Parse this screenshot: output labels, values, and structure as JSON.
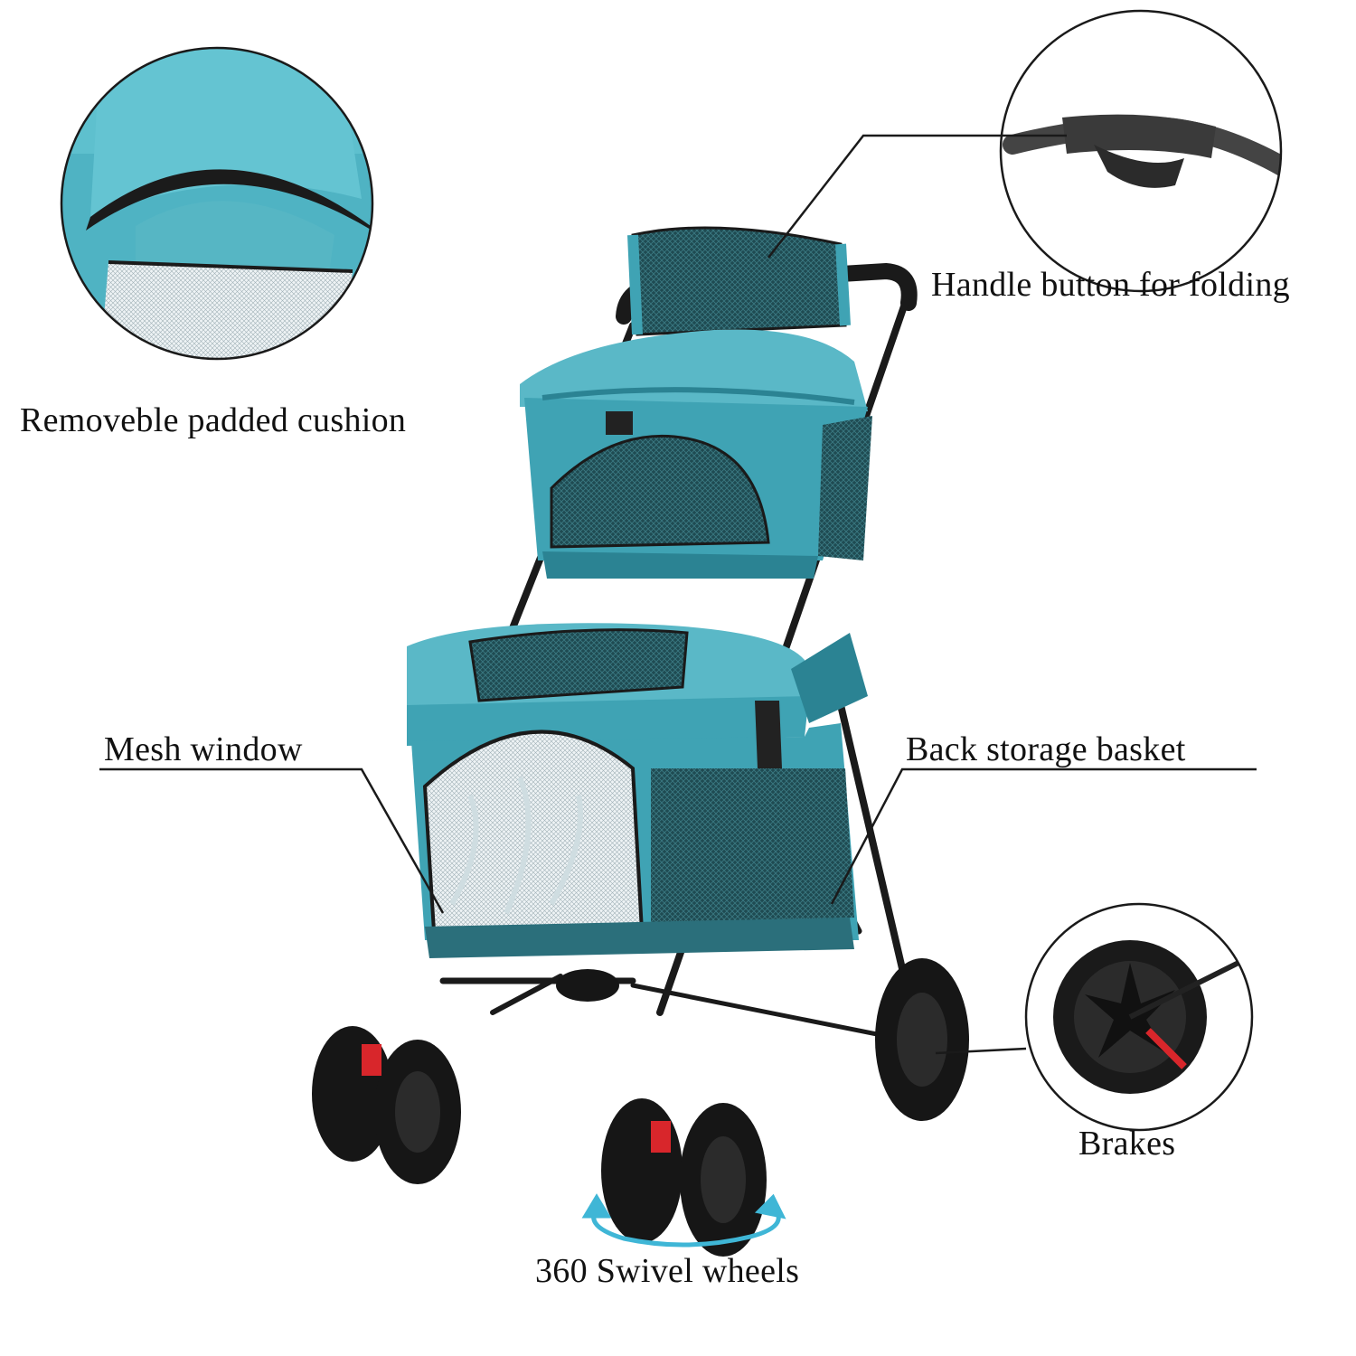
{
  "labels": {
    "cushion": "Removeble padded cushion",
    "handle": "Handle button for folding",
    "mesh": "Mesh window",
    "basket": "Back storage  basket",
    "brakes": "Brakes",
    "swivel": "360 Swivel wheels"
  },
  "colors": {
    "fabric": "#3fa3b4",
    "fabric_dark": "#2b8393",
    "fabric_light": "#5ab8c7",
    "mesh": "#23535a",
    "frame": "#1a1a1a",
    "wheel": "#161616",
    "brake_red": "#d8262b",
    "swivel_arrow": "#3fb6d6"
  }
}
